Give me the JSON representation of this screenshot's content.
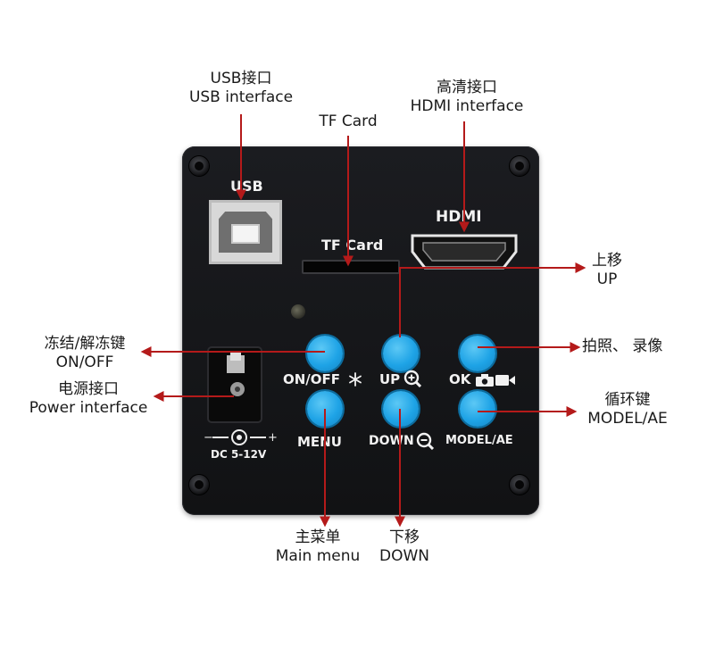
{
  "callouts": {
    "usb": {
      "zh": "USB接口",
      "en": "USB interface"
    },
    "tf_card": {
      "en": "TF Card"
    },
    "hdmi": {
      "zh": "高清接口",
      "en": "HDMI interface"
    },
    "up": {
      "zh": "上移",
      "en": "UP"
    },
    "on_off": {
      "zh": "冻结/解冻键",
      "en": "ON/OFF"
    },
    "power": {
      "zh": "电源接口",
      "en": "Power interface"
    },
    "photo_record": {
      "zh": "拍照、 录像"
    },
    "mode": {
      "zh": "循环键",
      "en": "MODEL/AE"
    },
    "menu": {
      "zh": "主菜单",
      "en": "Main menu"
    },
    "down": {
      "zh": "下移",
      "en": "DOWN"
    }
  },
  "panel": {
    "usb_label": "USB",
    "tf_label": "TF Card",
    "hdmi_label": "HDMI",
    "buttons": {
      "on_off": "ON/OFF",
      "up": "UP",
      "ok": "OK",
      "menu": "MENU",
      "down": "DOWN",
      "model_ae": "MODEL/AE"
    },
    "dc_label": "DC 5-12V",
    "dc_minus": "−",
    "dc_plus": "+"
  },
  "colors": {
    "arrow": "#b41a1a",
    "button": "#1ea3e6",
    "panel": "#16171a"
  },
  "icons": [
    "snowflake-icon",
    "zoom-in-icon",
    "zoom-out-icon",
    "camera-icon",
    "video-camera-icon"
  ]
}
